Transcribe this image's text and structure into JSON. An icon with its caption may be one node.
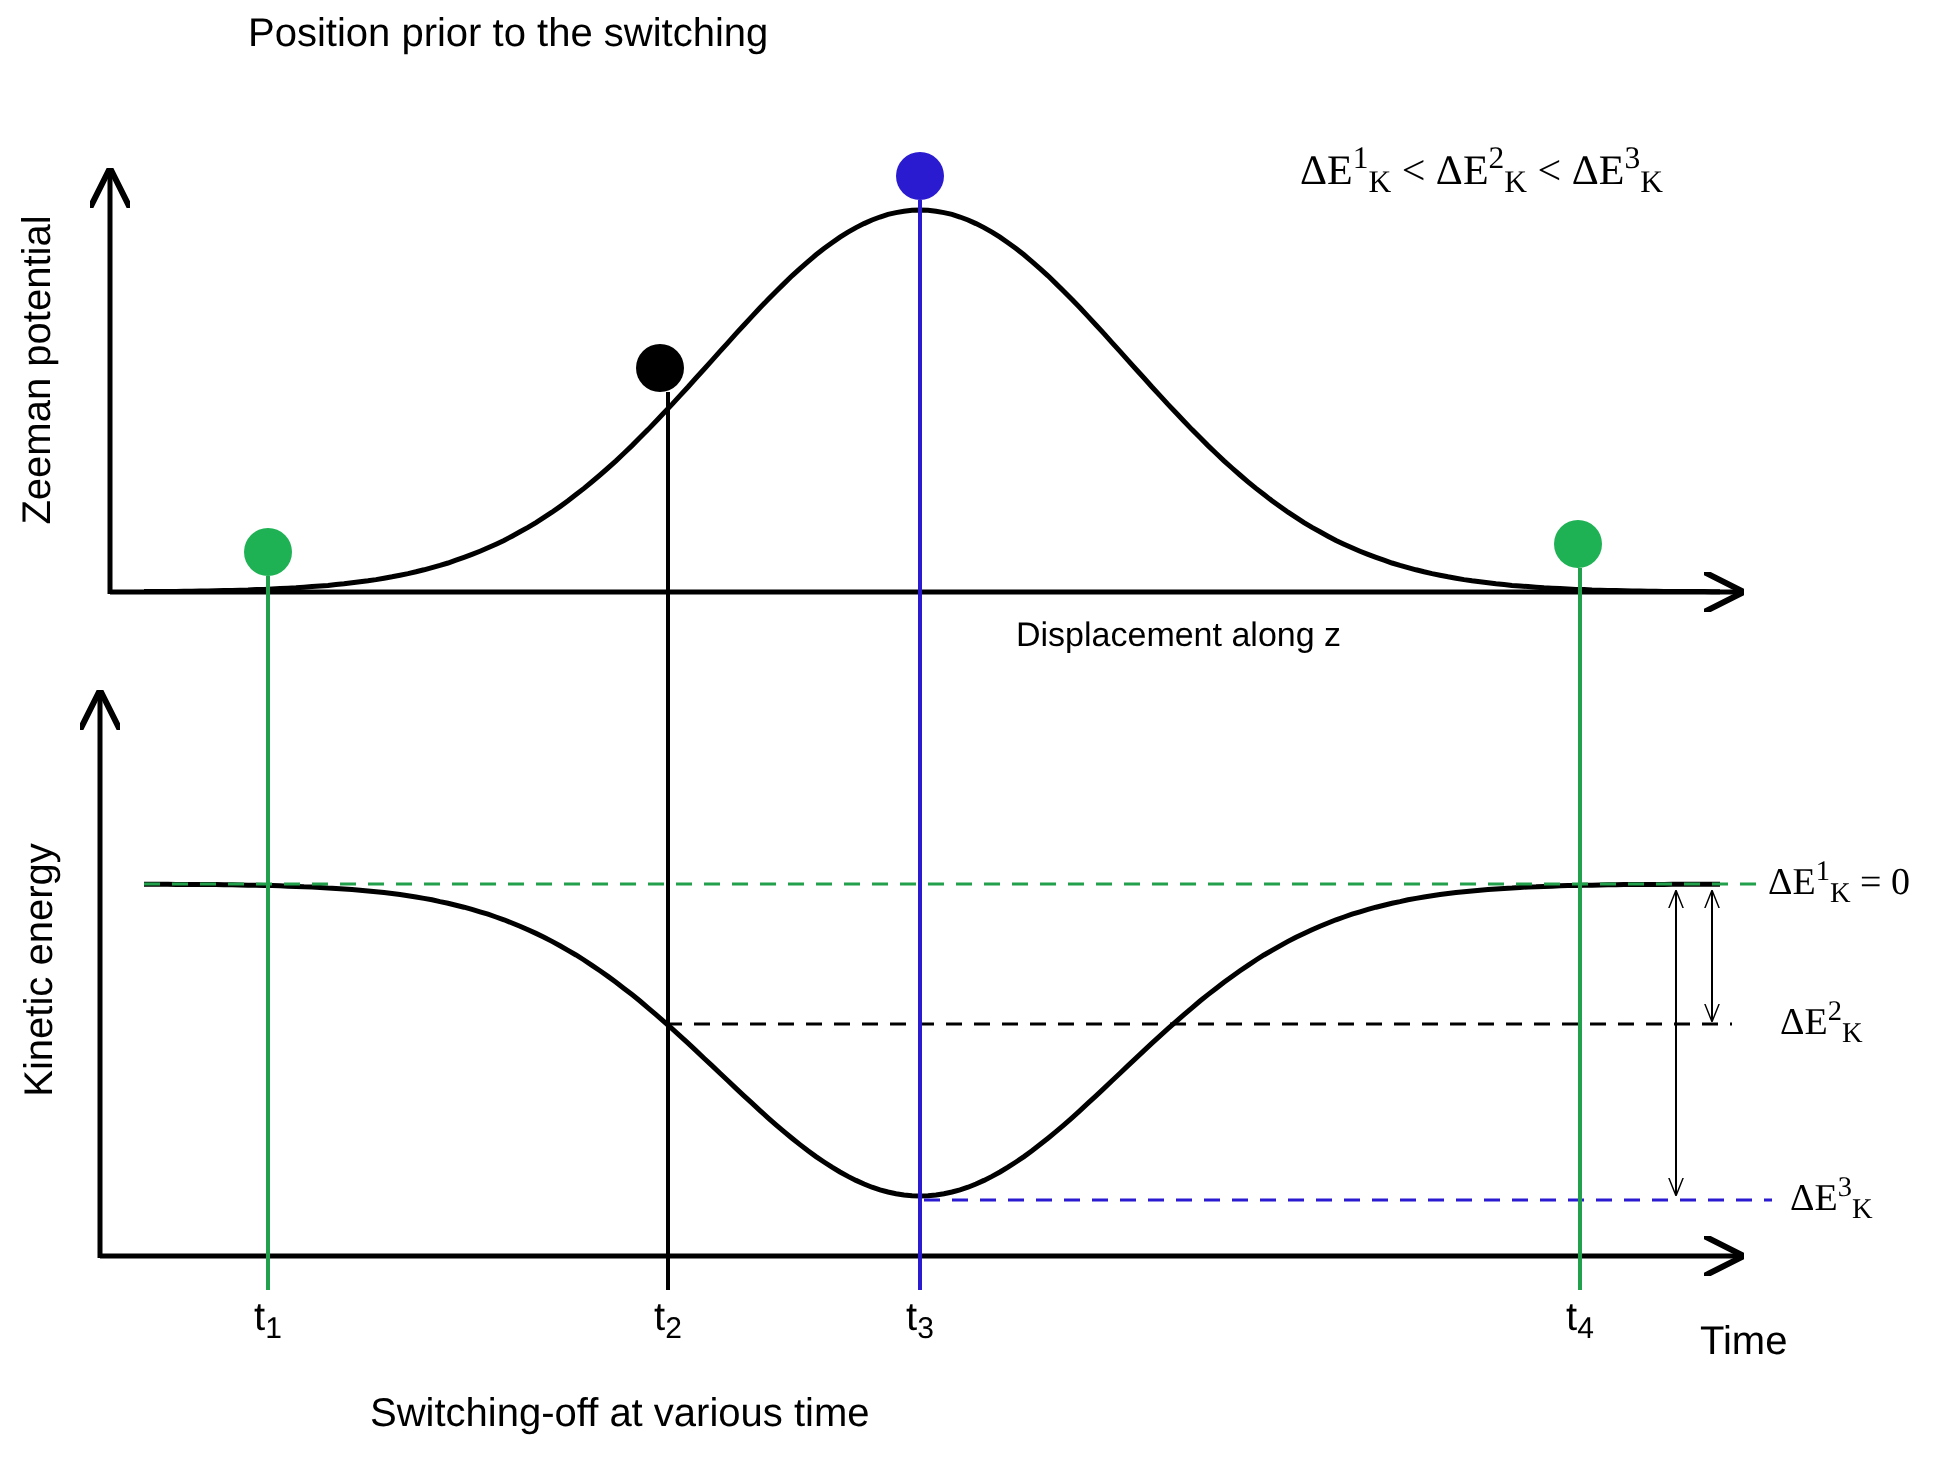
{
  "diagram": {
    "title": "Position prior to the switching",
    "nodes": [
      {
        "text": [],
        "shape": "circle"
      },
      {
        "text": [],
        "shape": "circle"
      },
      {
        "text": [],
        "shape": "circle"
      },
      {
        "text": [],
        "shape": "circle"
      },
      {
        "text": [
          "t$_{1}$"
        ]
      },
      {
        "text": [
          "t$_{2}$"
        ]
      },
      {
        "text": [
          "t$_{3}$"
        ]
      },
      {
        "text": [
          "t$_{4}$"
        ]
      }
    ],
    "edges": [
      {
        "from": 0,
        "to": 4,
        "arrow": "none",
        "color": "#22a04b"
      },
      {
        "from": 1,
        "to": 5,
        "arrow": "none",
        "color": "#000000"
      },
      {
        "from": 2,
        "to": 6,
        "arrow": "none",
        "color": "#2a1ad0"
      },
      {
        "from": 3,
        "to": 7,
        "arrow": "none",
        "color": "#22a04b"
      }
    ],
    "labels": [
      "ΔE$^{1}$$_{K}$ < ΔE$^{2}$$_{K}$ < ΔE$^{3}$$_{K}$",
      "Zeeman potential",
      "Displacement along z",
      "Kinetic energy",
      "ΔE$^{1}$$_{K}$ = 0",
      "ΔE$^{2}$$_{K}$",
      "ΔE$^{3}$$_{K}$",
      "Time",
      "Switching-off at various time"
    ]
  }
}
